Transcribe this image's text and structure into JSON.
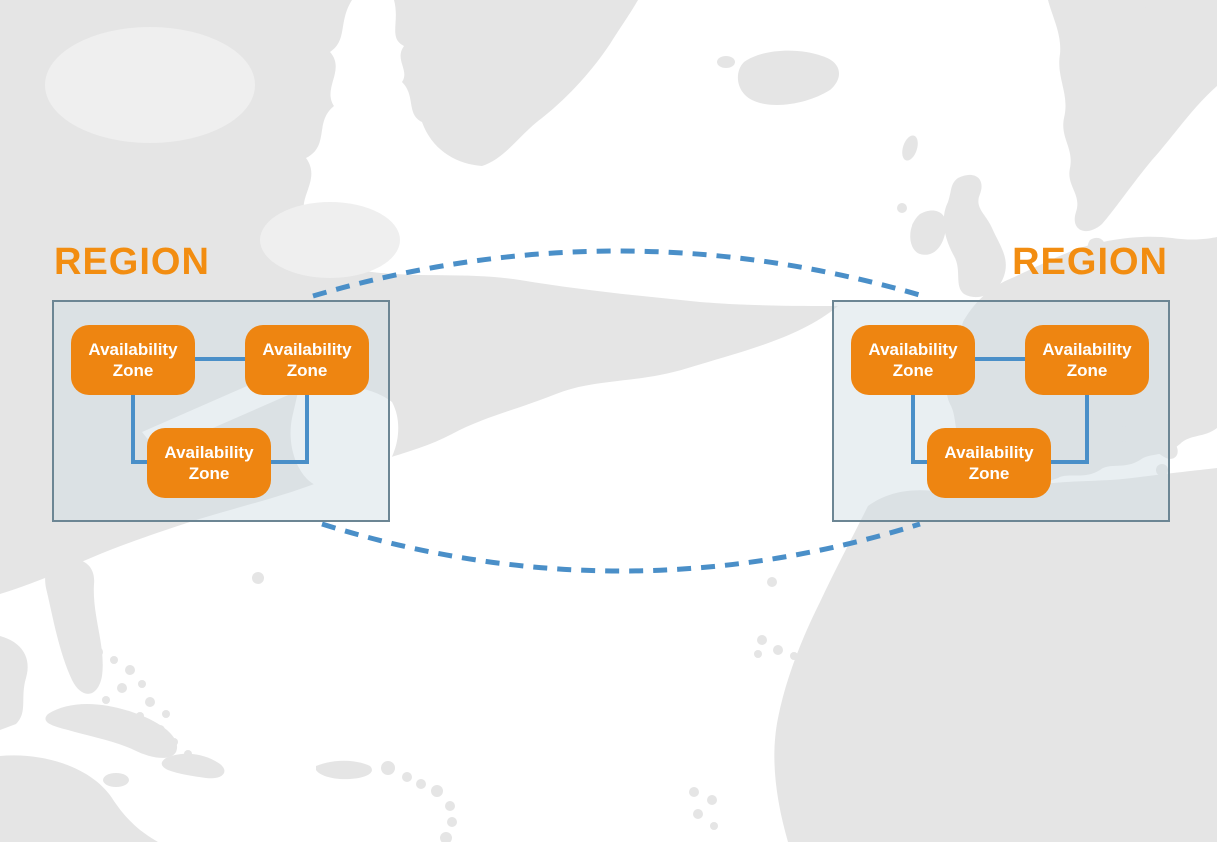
{
  "regions": [
    {
      "label": "REGION",
      "availability_zones": [
        {
          "label": "Availability Zone"
        },
        {
          "label": "Availability Zone"
        },
        {
          "label": "Availability Zone"
        }
      ]
    },
    {
      "label": "REGION",
      "availability_zones": [
        {
          "label": "Availability Zone"
        },
        {
          "label": "Availability Zone"
        },
        {
          "label": "Availability Zone"
        }
      ]
    }
  ],
  "colors": {
    "accent_orange": "#F28D11",
    "zone_fill": "#EE8511",
    "zone_text": "#FFFFFF",
    "region_border": "#6C8694",
    "region_fill": "rgba(206,219,226,0.45)",
    "connector_blue": "#4A8FC8",
    "land": "#E5E5E5",
    "land_light": "#EFEFEF",
    "ocean": "#FFFFFF"
  }
}
